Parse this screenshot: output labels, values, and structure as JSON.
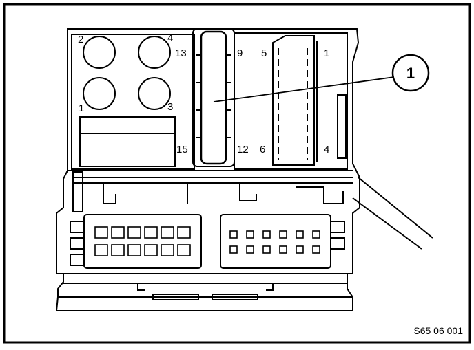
{
  "diagram": {
    "callout_number": "1",
    "drawing_code": "S65 06 001",
    "pin_labels": {
      "p1": "1",
      "p2": "2",
      "p3": "3",
      "p4": "4",
      "p13": "13",
      "p15": "15",
      "p9": "9",
      "p12": "12",
      "p5": "5",
      "p6": "6",
      "p1b": "1",
      "p4b": "4"
    }
  }
}
